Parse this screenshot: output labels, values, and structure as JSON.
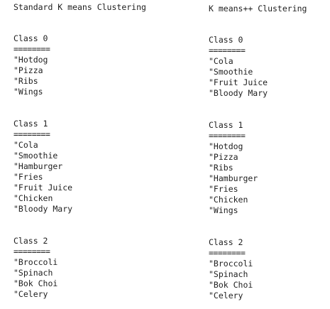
{
  "columns": [
    {
      "title": "Standard K means Clustering",
      "classes": [
        {
          "name": "Class 0",
          "separator": "========",
          "items": [
            "\"Hotdog",
            "\"Pizza",
            "\"Ribs",
            "\"Wings"
          ]
        },
        {
          "name": "Class 1",
          "separator": "========",
          "items": [
            "\"Cola",
            "\"Smoothie",
            "\"Hamburger",
            "\"Fries",
            "\"Fruit Juice",
            "\"Chicken",
            "\"Bloody Mary"
          ]
        },
        {
          "name": "Class 2",
          "separator": "========",
          "items": [
            "\"Broccoli",
            "\"Spinach",
            "\"Bok Choi",
            "\"Celery"
          ]
        }
      ]
    },
    {
      "title": "K means++ Clustering",
      "classes": [
        {
          "name": "Class 0",
          "separator": "========",
          "items": [
            "\"Cola",
            "\"Smoothie",
            "\"Fruit Juice",
            "\"Bloody Mary"
          ]
        },
        {
          "name": "Class 1",
          "separator": "========",
          "items": [
            "\"Hotdog",
            "\"Pizza",
            "\"Ribs",
            "\"Hamburger",
            "\"Fries",
            "\"Chicken",
            "\"Wings"
          ]
        },
        {
          "name": "Class 2",
          "separator": "========",
          "items": [
            "\"Broccoli",
            "\"Spinach",
            "\"Bok Choi",
            "\"Celery"
          ]
        }
      ]
    }
  ]
}
